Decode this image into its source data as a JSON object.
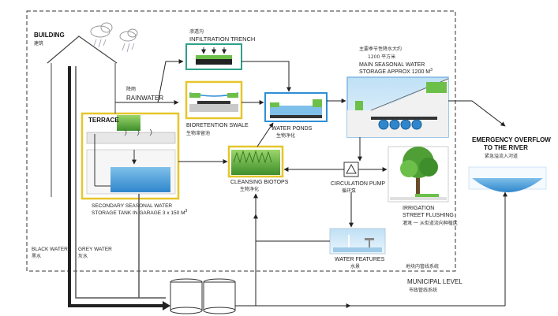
{
  "labels": {
    "building_en": "BUILDING",
    "building_zh": "建筑",
    "rainwater_zh": "降雨",
    "rainwater_en": "RAINWATER",
    "infiltration_zh": "渗透沟",
    "infiltration_en": "INFILTRATION TRENCH",
    "terrace": "TERRACE",
    "bioretention_en": "BIORETENTION SWALE",
    "bioretention_zh": "生物滞留池",
    "water_ponds_en": "WATER PONDS",
    "water_ponds_zh": "生物净化",
    "main_storage_zh1": "主要季节性降水大约",
    "main_storage_zh2": "1200 平方米",
    "main_storage_en1": "MAIN SEASONAL WATER",
    "main_storage_en2": "STORAGE APPROX 1200 M",
    "main_storage_sup": "3",
    "emergency_en1": "EMERGENCY OVERFLOW",
    "emergency_en2": "TO THE RIVER",
    "emergency_zh": "紧急溢流入河道",
    "cleansing_en": "CLEANSING BIOTOPS",
    "cleansing_zh": "生物净化",
    "circulation_en": "CIRCULATION PUMP",
    "circulation_zh": "循环泵",
    "irrigation_en1": "IRRIGATION",
    "irrigation_en2": "STREET FLUSHING",
    "irrigation_zh": "灌溉 一 从街道流向种植区",
    "secondary_en1": "SECONDARY SEASONAL WATER",
    "secondary_en2": "STORAGE TANK IN GARAGE 3 x 150 M",
    "secondary_sup": "3",
    "water_features_en": "WATER FEATURES",
    "water_features_zh": "水景",
    "plot_system_zh": "地块内管线系统",
    "black_water_en": "BLACK WATER",
    "black_water_zh": "黑水",
    "grey_water_en": "GREY WATER",
    "grey_water_zh": "灰水",
    "municipal_en": "MUNICIPAL LEVEL",
    "municipal_zh": "市政管线系统"
  },
  "colors": {
    "infiltration_border": "#2fa08a",
    "yellow_border": "#e6c62b",
    "blue_border": "#2e8fd6",
    "water_blue": "#5aa8e0",
    "grass_green": "#6cc04a"
  }
}
